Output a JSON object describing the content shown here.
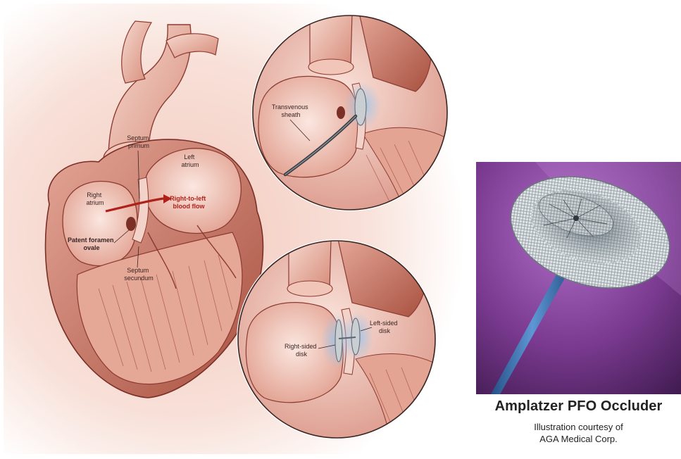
{
  "heart_illustration": {
    "main_labels": {
      "septum_primum": [
        "Septum",
        "primum"
      ],
      "left_atrium": [
        "Left",
        "atrium"
      ],
      "right_atrium": [
        "Right",
        "atrium"
      ],
      "right_to_left_flow": [
        "Right-to-left",
        "blood flow"
      ],
      "patent_foramen_ovale": [
        "Patent foramen",
        "ovale"
      ],
      "septum_secundum": [
        "Septum",
        "secundum"
      ]
    },
    "inset_top": {
      "transvenous_sheath": [
        "Transvenous",
        "sheath"
      ]
    },
    "inset_bottom": {
      "left_sided_disk": [
        "Left-sided",
        "disk"
      ],
      "right_sided_disk": [
        "Right-sided",
        "disk"
      ]
    }
  },
  "device_photo": {
    "caption_title": "Amplatzer PFO Occluder",
    "credit_line_1": "Illustration courtesy of",
    "credit_line_2": "AGA Medical Corp."
  },
  "colors": {
    "tissue_light": "#f4d2c8",
    "tissue_mid": "#d98f7e",
    "tissue_dark": "#8c3b32",
    "flow_red": "#b0211c",
    "device_purple": "#5c2a6e",
    "mesh_gray": "#c9ced3",
    "shaft_blue": "#3f78b8"
  }
}
